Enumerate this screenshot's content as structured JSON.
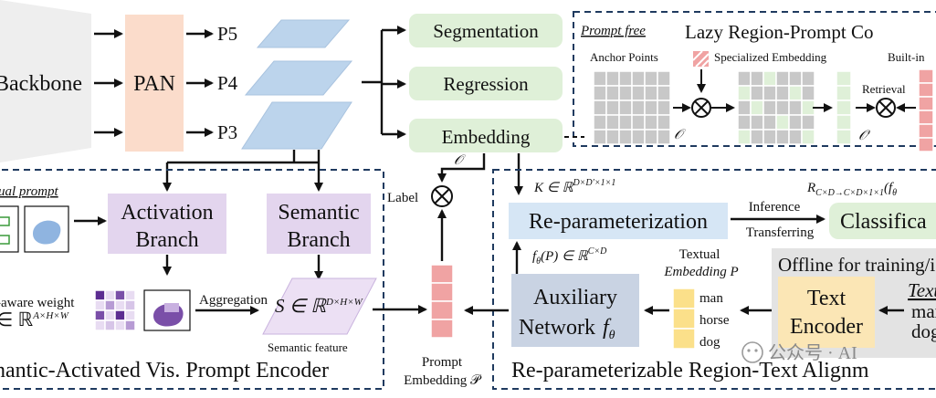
{
  "backbone": {
    "label": "Backbone"
  },
  "pan": {
    "label": "PAN"
  },
  "levels": [
    "P5",
    "P4",
    "P3"
  ],
  "heads": {
    "seg": "Segmentation",
    "reg": "Regression",
    "emb": "Embedding"
  },
  "lazy": {
    "title": "Lazy Region-Prompt Co",
    "prompt_free": "Prompt free",
    "anchor": "Anchor Points",
    "specialized": "Specialized Embedding",
    "builtin": "Built-in",
    "retrieval": "Retrieval",
    "o": "𝒪",
    "o_prime": "𝒪′"
  },
  "o_label": "𝒪",
  "label_text": "Label",
  "svpe": {
    "visual_prompt": "ual prompt",
    "activation": [
      "Activation",
      "Branch"
    ],
    "semantic": [
      "Semantic",
      "Branch"
    ],
    "weight": [
      "-aware weight",
      "∈ ℝ"
    ],
    "weight_sup": "A×H×W",
    "aggregation": "Aggregation",
    "s_eq": "S ∈ ℝ",
    "s_sup": "D×H×W",
    "semantic_feature": "Semantic feature",
    "title": "nantic-Activated Vis. Prompt Encoder"
  },
  "prompt_emb": [
    "Prompt",
    "Embedding 𝒫"
  ],
  "rrt": {
    "k_eq": "K ∈ ℝ",
    "k_sup": "D×D′×1×1",
    "reparam": "Re-parameterization",
    "inference": "Inference",
    "transferring": "Transferring",
    "r_eq": "R",
    "r_sub": "C×D→C×D×1×1",
    "r_tail": "(f",
    "classifica": "Classifica",
    "f_eq": "f",
    "f_tail": "(P) ∈ ℝ",
    "f_sup": "C×D",
    "textual_emb": [
      "Textual",
      "Embedding P"
    ],
    "aux": [
      "Auxiliary",
      "Network"
    ],
    "offline": "Offline for training/i",
    "text_encoder": [
      "Text",
      "Encoder"
    ],
    "words": [
      "man",
      "horse",
      "dog"
    ],
    "textual_in": [
      "Textu",
      "man",
      "dog"
    ],
    "title": "Re-parameterizable Region-Text Alignm"
  },
  "watermark": "公众号 · AI",
  "colors": {
    "pan": "#fbdccb",
    "green": "#dff0d8",
    "purple": "#e3d5ee",
    "blue": "#d6e6f5",
    "aux": "#c9d3e3",
    "text_enc": "#fbe6b5",
    "pink": "#f0a3a3",
    "yellow": "#fbe08a",
    "gray_box": "#e3e3e3",
    "backbone": "#eeeeee",
    "plane": "#bcd4ec"
  }
}
